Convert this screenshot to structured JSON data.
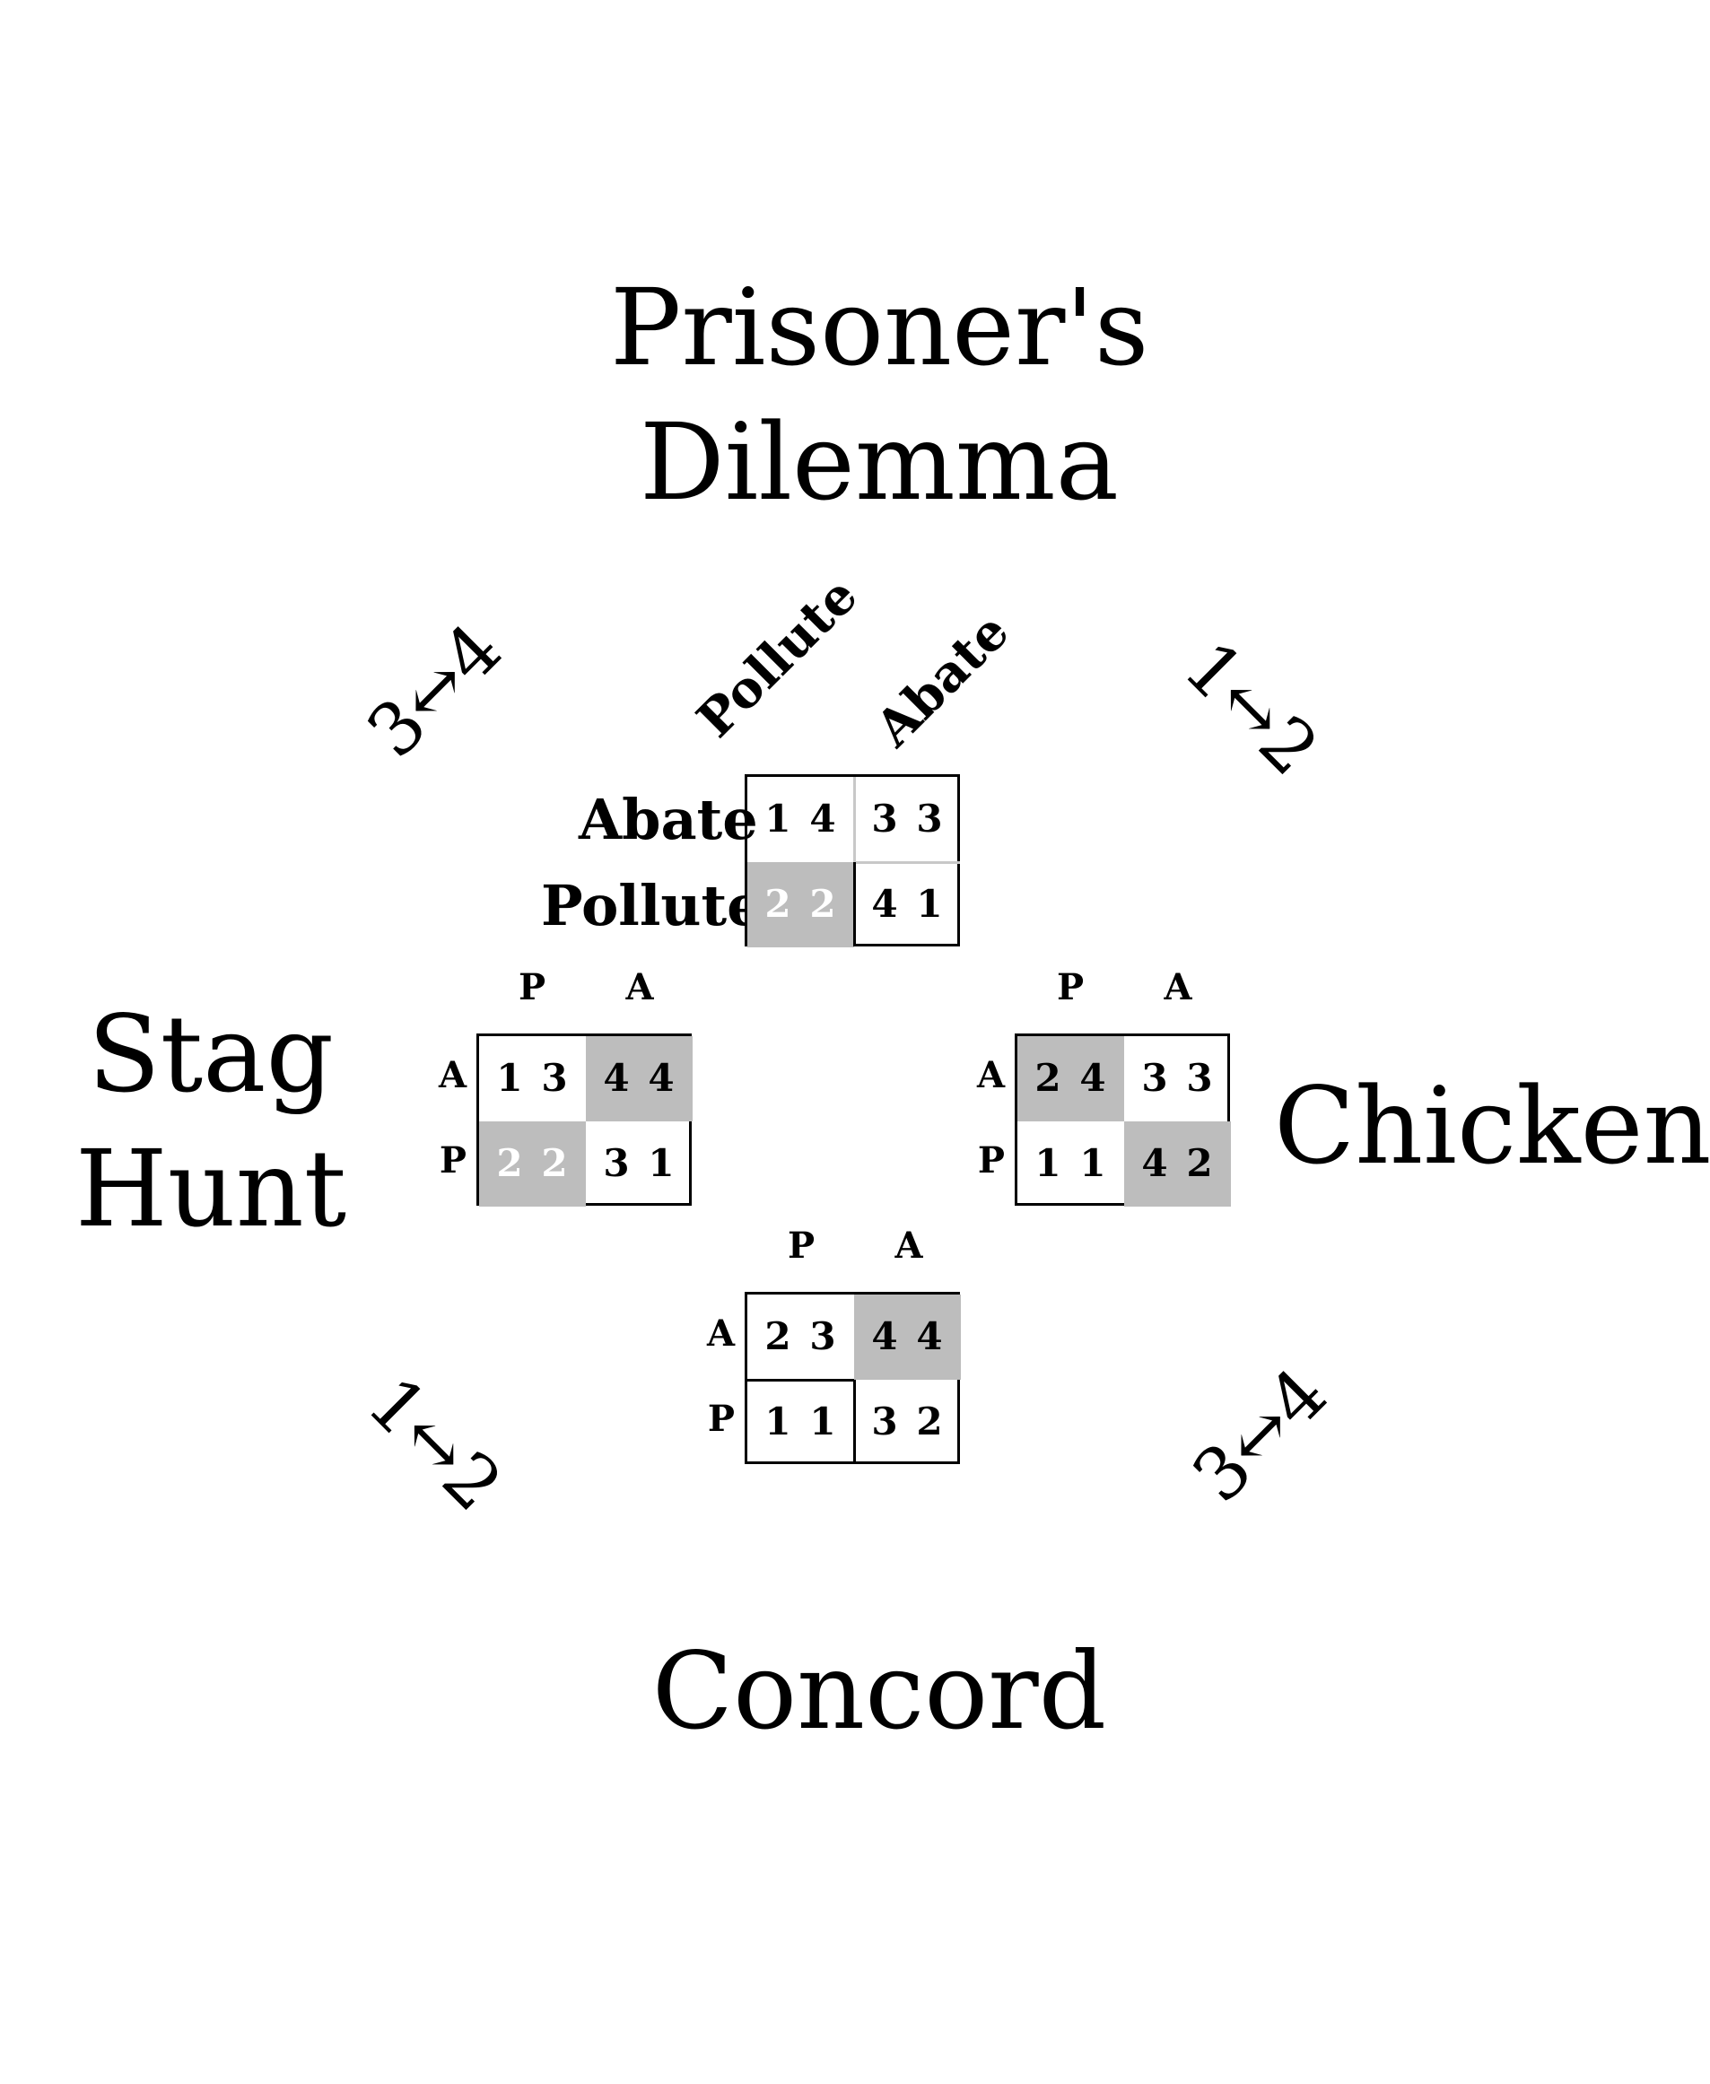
{
  "titles": {
    "pd_line1": "Prisoner's",
    "pd_line2": "Dilemma",
    "stag_line1": "Stag",
    "stag_line2": "Hunt",
    "chicken": "Chicken",
    "concord": "Concord"
  },
  "swaps": {
    "top_left": "3↔4",
    "top_right": "1↔2",
    "bottom_left": "1↔2",
    "bottom_right": "3↔4"
  },
  "pd": {
    "col_headers": [
      "Pollute",
      "Abate"
    ],
    "row_headers": [
      "Abate",
      "Pollute"
    ],
    "cells": [
      [
        "1",
        "4"
      ],
      [
        "3",
        "3"
      ],
      [
        "2",
        "2"
      ],
      [
        "4",
        "1"
      ]
    ]
  },
  "stag": {
    "col_headers": [
      "P",
      "A"
    ],
    "row_headers": [
      "A",
      "P"
    ],
    "cells": [
      [
        "1",
        "3"
      ],
      [
        "4",
        "4"
      ],
      [
        "2",
        "2"
      ],
      [
        "3",
        "1"
      ]
    ]
  },
  "chicken": {
    "col_headers": [
      "P",
      "A"
    ],
    "row_headers": [
      "A",
      "P"
    ],
    "cells": [
      [
        "2",
        "4"
      ],
      [
        "3",
        "3"
      ],
      [
        "1",
        "1"
      ],
      [
        "4",
        "2"
      ]
    ]
  },
  "concord": {
    "col_headers": [
      "P",
      "A"
    ],
    "row_headers": [
      "A",
      "P"
    ],
    "cells": [
      [
        "2",
        "3"
      ],
      [
        "4",
        "4"
      ],
      [
        "1",
        "1"
      ],
      [
        "3",
        "2"
      ]
    ]
  },
  "colors": {
    "highlight": "#bdbdbd"
  }
}
